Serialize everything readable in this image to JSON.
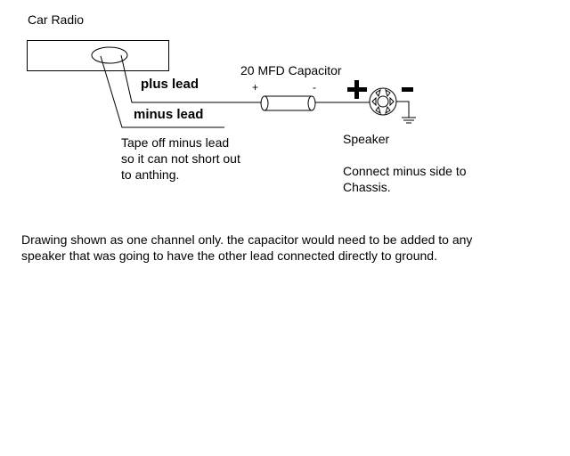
{
  "labels": {
    "car_radio": "Car Radio",
    "plus_lead": "plus lead",
    "minus_lead": "minus lead",
    "capacitor": "20 MFD Capacitor",
    "cap_plus": "+",
    "cap_minus": "-",
    "speaker_plus": "+",
    "speaker_minus": "-",
    "speaker": "Speaker"
  },
  "notes": {
    "tape_line1": "Tape off minus lead",
    "tape_line2": "so it can not short out",
    "tape_line3": "to anthing.",
    "chassis_line1": "Connect minus side to",
    "chassis_line2": "Chassis.",
    "footer_line1": "Drawing shown as one channel only. the capacitor would need to be added to any",
    "footer_line2": "speaker that was going to have the other lead connected directly to ground."
  },
  "components": [
    {
      "id": "car-radio",
      "type": "rectangle-box"
    },
    {
      "id": "radio-connector",
      "type": "ellipse"
    },
    {
      "id": "capacitor",
      "type": "cylinder",
      "value": "20 MFD"
    },
    {
      "id": "speaker",
      "type": "speaker-symbol"
    },
    {
      "id": "ground",
      "type": "ground-symbol"
    }
  ],
  "connections": [
    {
      "from": "radio-connector",
      "to": "capacitor",
      "label": "plus lead"
    },
    {
      "from": "radio-connector",
      "to": "taped-off",
      "label": "minus lead"
    },
    {
      "from": "capacitor",
      "to": "speaker",
      "label": "speaker plus"
    },
    {
      "from": "speaker",
      "to": "ground",
      "label": "speaker minus to chassis"
    }
  ]
}
